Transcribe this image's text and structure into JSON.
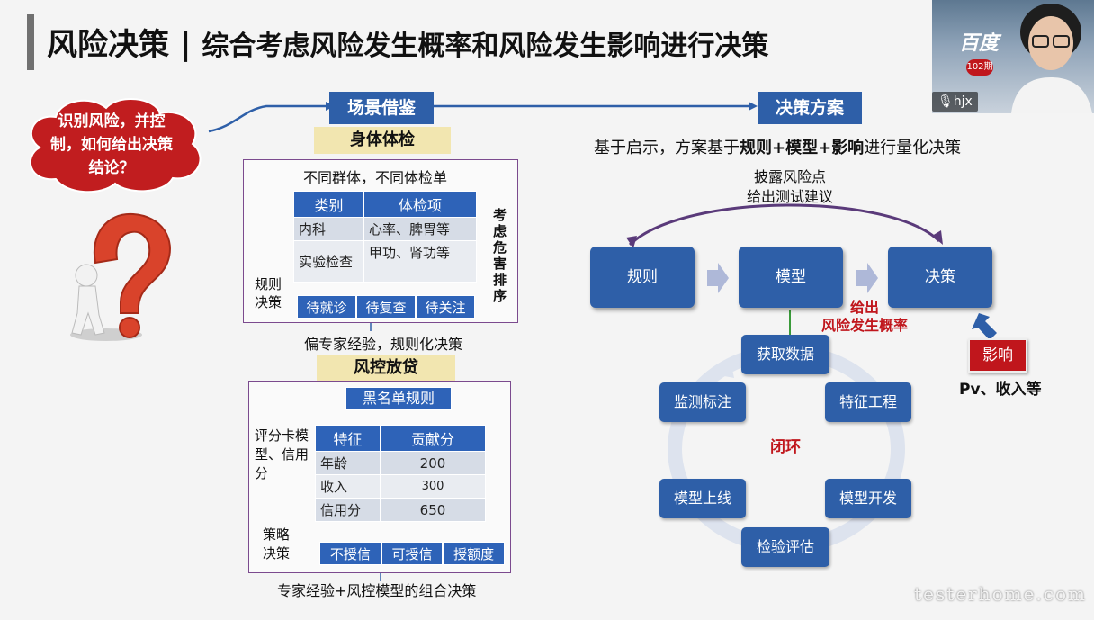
{
  "slide": {
    "title_main": "风险决策",
    "title_sep": "|",
    "title_sub": "综合考虑风险发生概率和风险发生影响进行决策",
    "cloud_text": "识别风险，并控制，如何给出决策结论？",
    "scene_header": "场景借鉴",
    "plan_header": "决策方案",
    "physical": {
      "title": "身体体检",
      "intro": "不同群体，不同体检单",
      "columns": [
        "类别",
        "体检项"
      ],
      "rows": [
        [
          "内科",
          "心率、脾胃等"
        ],
        [
          "实验检查",
          "甲功、肾功等"
        ]
      ],
      "side_label": "考虑危害排序",
      "rule_label": "规则决策",
      "buttons": [
        "待就诊",
        "待复查",
        "待关注"
      ]
    },
    "mid_note": "偏专家经验，规则化决策",
    "loan": {
      "title": "风控放贷",
      "blacklist": "黑名单规则",
      "score_label": "评分卡模型、信用分",
      "columns": [
        "特征",
        "贡献分"
      ],
      "rows": [
        [
          "年龄",
          "200"
        ],
        [
          "收入",
          "300"
        ],
        [
          "信用分",
          "650"
        ]
      ],
      "strategy_label": "策略决策",
      "buttons": [
        "不授信",
        "可授信",
        "授额度"
      ],
      "footer": "专家经验+风控模型的组合决策"
    },
    "plan": {
      "line_prefix": "基于启示，方案基于",
      "line_b1": "规则",
      "line_plus1": "+",
      "line_b2": "模型",
      "line_plus2": "+",
      "line_b3": "影响",
      "line_suffix": "进行量化决策",
      "expose_line1": "披露风险点",
      "expose_line2": "给出测试建议",
      "nodes": [
        "规则",
        "模型",
        "决策"
      ],
      "prob_line1": "给出",
      "prob_line2": "风险发生概率",
      "impact": "影响",
      "impact_note": "Pv、收入等",
      "loop_center": "闭环",
      "loop": [
        "获取数据",
        "特征工程",
        "模型开发",
        "检验评估",
        "模型上线",
        "监测标注"
      ]
    }
  },
  "webcam": {
    "name": "hjx",
    "banner": "百度",
    "badge": "102期"
  },
  "watermark": "testerhome.com",
  "colors": {
    "accent": "#2e5fa8",
    "highlight": "#f2e6b0",
    "alert": "#c0161c",
    "frame": "#7b4a8e"
  }
}
